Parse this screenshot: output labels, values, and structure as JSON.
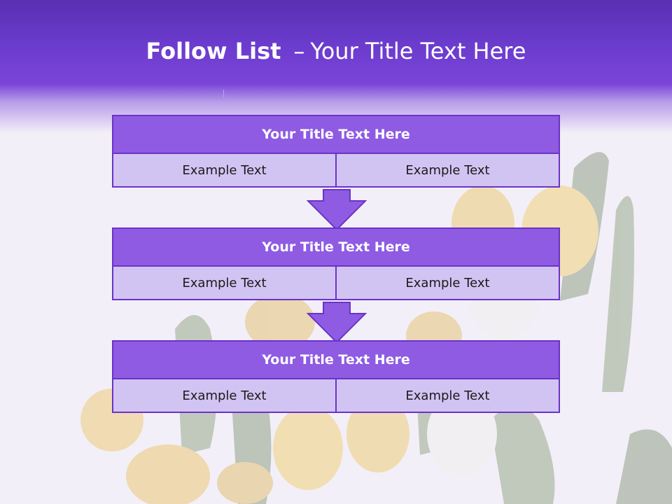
{
  "colors": {
    "header": "#6a3bcc",
    "box_header": "#8e5be2",
    "box_border": "#6a33c9",
    "box_cell": "#d2c4f2",
    "background": "#f3eff8"
  },
  "slide": {
    "title_bold": "Follow List",
    "title_dash": "–",
    "title_rest": "Your Title Text Here"
  },
  "blocks": [
    {
      "title": "Your Title Text Here",
      "left": "Example Text",
      "right": "Example Text"
    },
    {
      "title": "Your Title Text Here",
      "left": "Example Text",
      "right": "Example Text"
    },
    {
      "title": "Your Title Text Here",
      "left": "Example Text",
      "right": "Example Text"
    }
  ],
  "icons": {
    "connector": "down-arrow-icon",
    "background": "tulip-bouquet-image"
  }
}
